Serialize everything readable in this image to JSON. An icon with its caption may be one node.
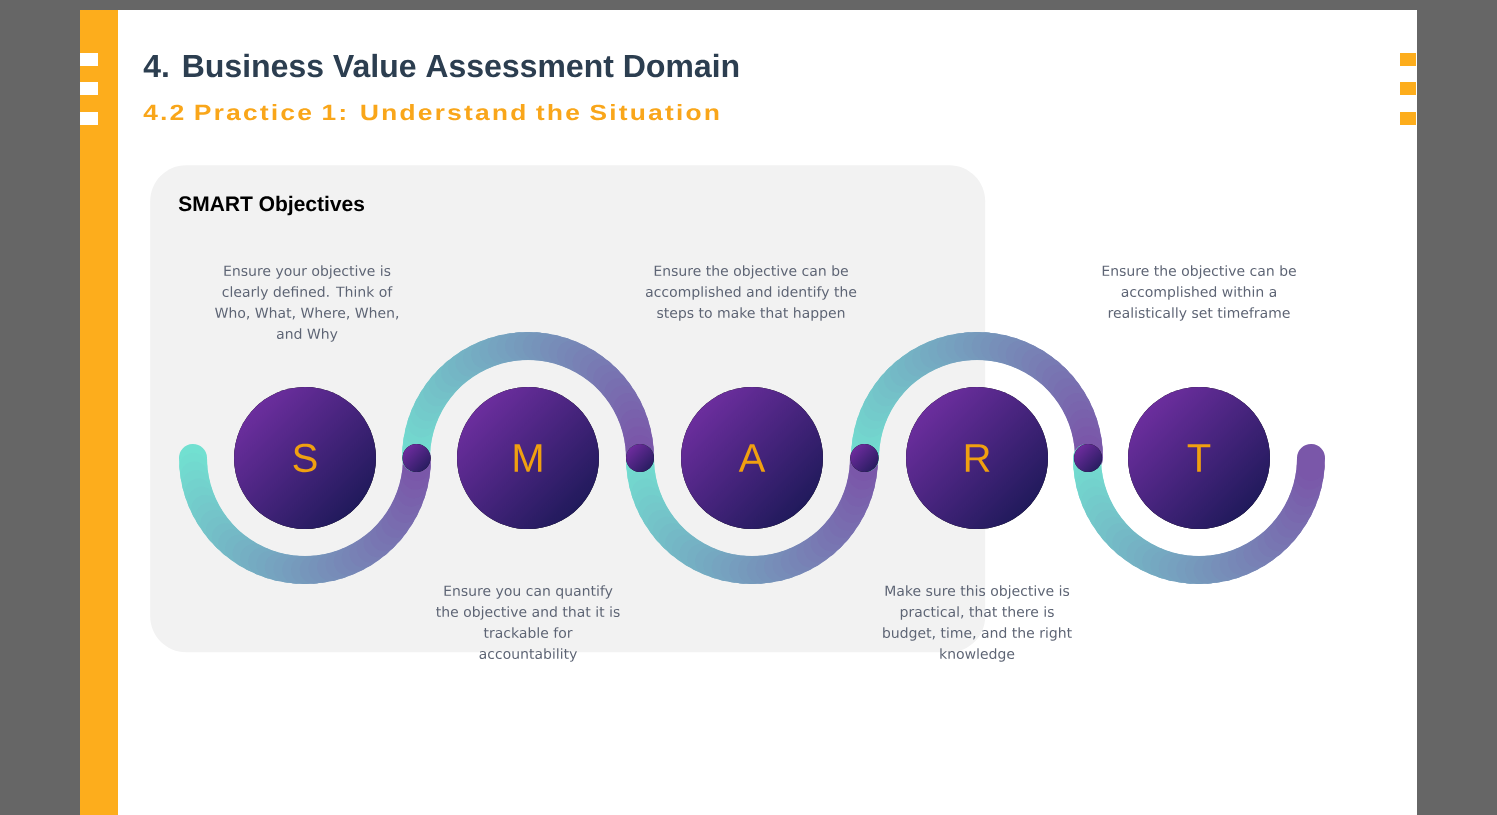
{
  "diagram": {
    "title": "4. Business Value Assessment Domain",
    "nodes": [
      {
        "text": [
          "SMART Objectives"
        ]
      },
      {
        "text": [
          "S"
        ],
        "in": 0
      },
      {
        "text": [
          "M"
        ],
        "in": 0
      },
      {
        "text": [
          "A"
        ],
        "in": 0
      },
      {
        "text": [
          "R"
        ]
      },
      {
        "text": [
          "T"
        ]
      }
    ],
    "labels": [
      "4.2 Practice 1: Understand the Situation",
      "Ensure your objective is clearly defined. Think of Who, What, Where, When, and Why",
      "Ensure the objective can be accomplished and identify the steps to make that happen",
      "Ensure the objective can be accomplished within a realistically set timeframe",
      "Ensure you can quantify the objective and that it is trackable for accountability",
      "Make sure this objective is practical, that there is budget, time, and the right knowledge"
    ]
  }
}
